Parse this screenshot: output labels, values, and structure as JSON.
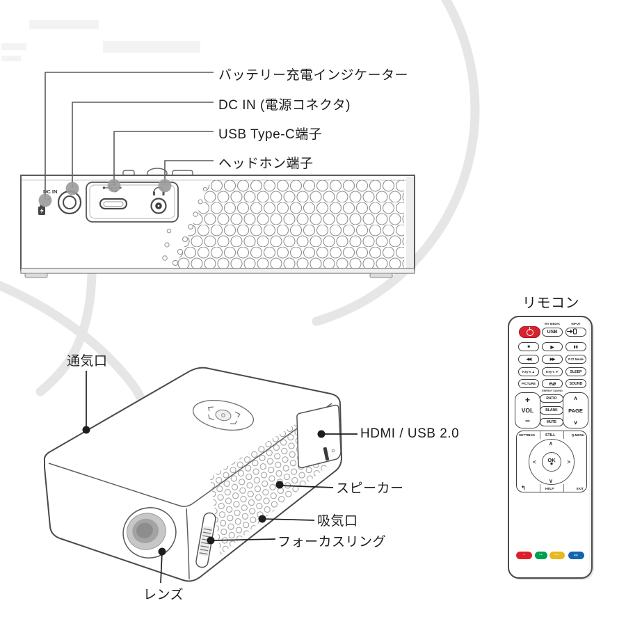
{
  "rear_view": {
    "panel_text": {
      "dc_in": "DC IN"
    },
    "callouts": {
      "battery": "バッテリー充電インジケーター",
      "dc_in": "DC IN (電源コネクタ)",
      "usb_c": "USB Type-C端子",
      "headphone": "ヘッドホン端子"
    }
  },
  "side_view": {
    "callouts": {
      "vent": "通気口",
      "hdmi": "HDMI / USB 2.0",
      "speaker": "スピーカー",
      "intake": "吸気口",
      "focus": "フォーカスリング",
      "lens": "レンズ"
    }
  },
  "remote": {
    "title": "リモコン",
    "labels": {
      "my_media": "MY MEDIA",
      "usb": "USB",
      "input": "INPUT",
      "stop": "■",
      "play": "▶",
      "pause": "▮▮",
      "rewind": "◀◀",
      "forward": "▶▶",
      "pjt_mode": "PJT Mode",
      "keys_up": "Key's ▲",
      "keys_down": "Key's ▼",
      "sleep": "SLEEP",
      "picture": "PICTURE",
      "eco": "e⌀",
      "energy_saving": "ENERGY SAVING",
      "sound": "SOUND",
      "vol_plus": "+",
      "vol": "VOL",
      "vol_minus": "−",
      "ratio": "RATIO",
      "blank": "BLANK",
      "mute": "MUTE",
      "page_up": "∧",
      "page": "PAGE",
      "page_down": "∨",
      "settings": "SETTINGS",
      "still": "STILL",
      "qmenu": "Q.MENU",
      "ok": "OK",
      "ok_dot": "◉",
      "dpad_up": "∧",
      "dpad_down": "∨",
      "dpad_left": "<",
      "dpad_right": ">",
      "back": "↰",
      "help": "HELP",
      "exit": "EXIT"
    },
    "color_glyphs": [
      "•",
      "••",
      "•••",
      "▮▮"
    ],
    "colors": {
      "power": "#d6232e",
      "red": "#dc2029",
      "green": "#009e4f",
      "yellow": "#e7b921",
      "blue": "#1565ad"
    }
  }
}
